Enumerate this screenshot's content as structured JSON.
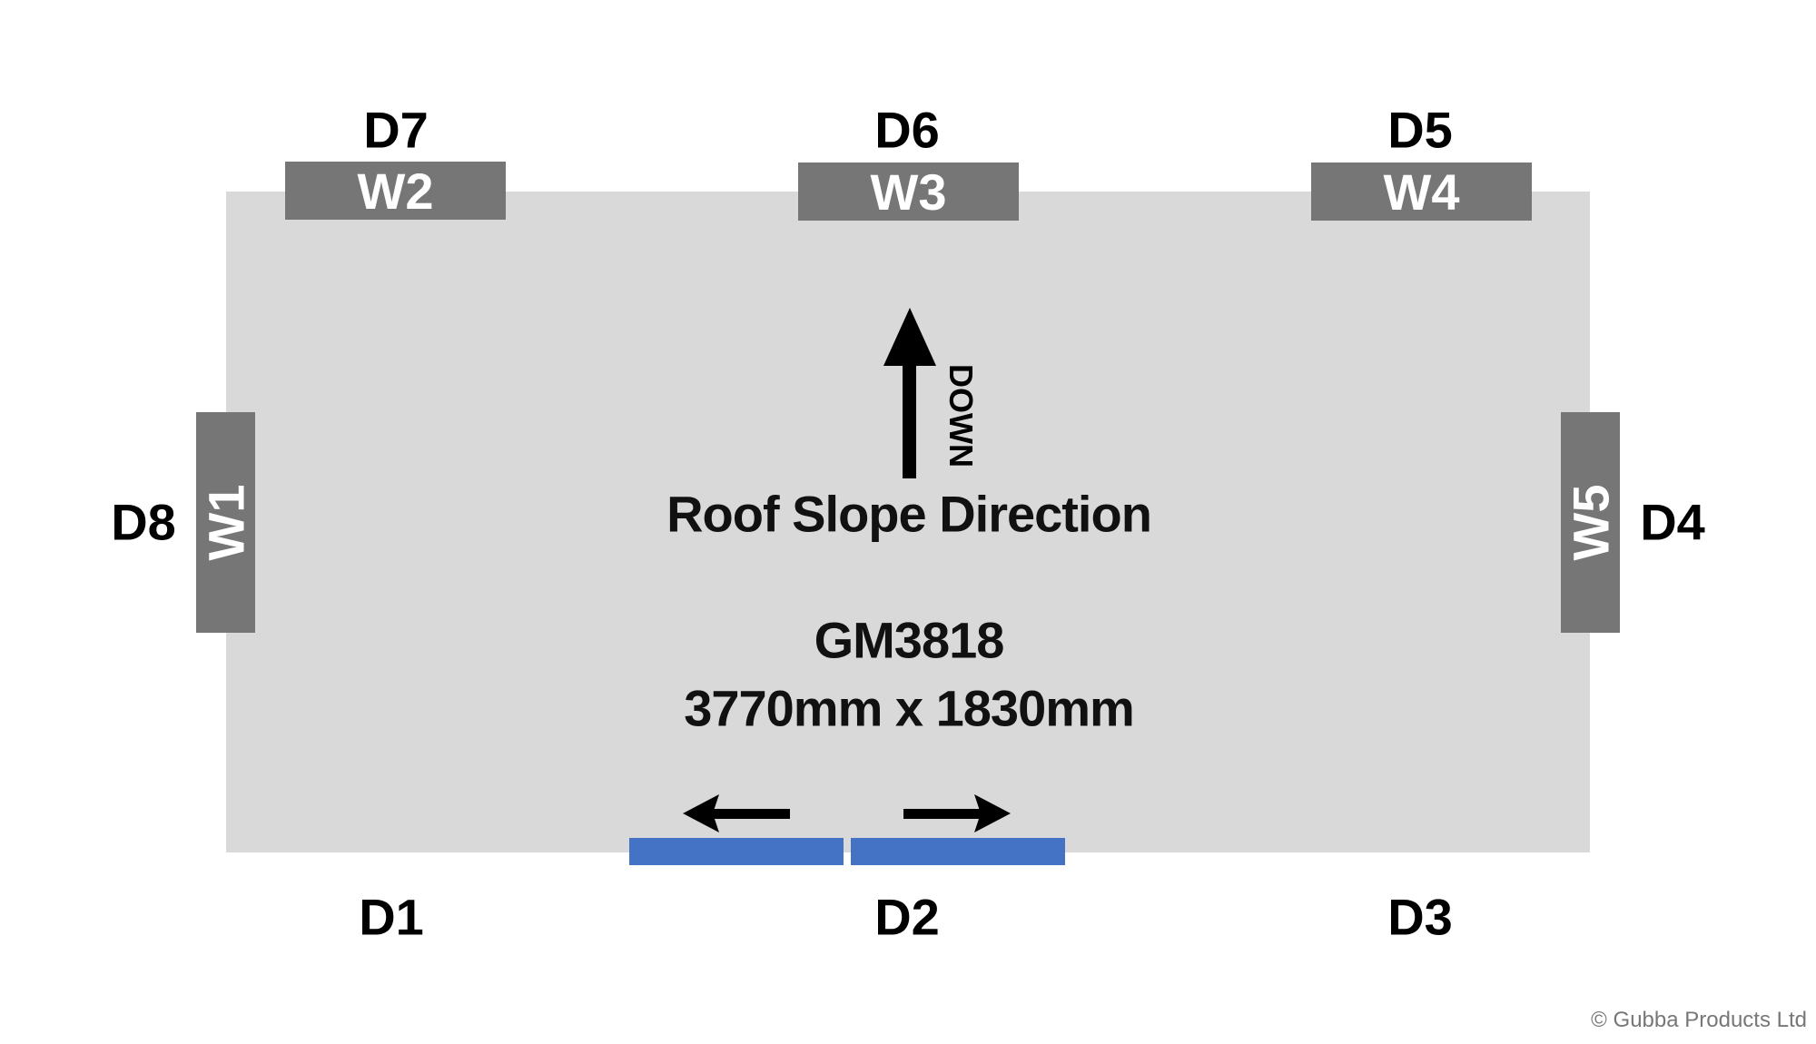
{
  "model": "GM3818",
  "dimensions": "3770mm x 1830mm",
  "slope_label": "Roof Slope Direction",
  "slope_arrow_text": "DOWN",
  "windows": {
    "w1": "W1",
    "w2": "W2",
    "w3": "W3",
    "w4": "W4",
    "w5": "W5"
  },
  "door_positions": {
    "d1": "D1",
    "d2": "D2",
    "d3": "D3",
    "d4": "D4",
    "d5": "D5",
    "d6": "D6",
    "d7": "D7",
    "d8": "D8"
  },
  "copyright": "© Gubba Products Ltd",
  "colors": {
    "roof": "#d9d9d9",
    "window": "#767676",
    "door": "#4472c4"
  }
}
